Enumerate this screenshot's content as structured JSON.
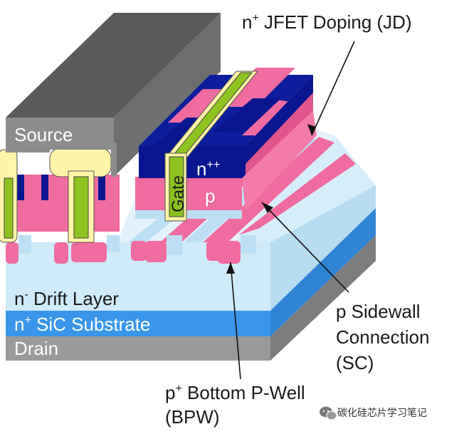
{
  "labels": {
    "jfet_doping": {
      "prefix": "n",
      "sup": "+",
      "text": " JFET Doping (JD)"
    },
    "source": "Source",
    "n_plus_plus": {
      "base": "n",
      "sup": "++"
    },
    "p_region": "p",
    "gate": "Gate",
    "sidewall_line1": "p Sidewall",
    "sidewall_line2": "Connection",
    "sidewall_line3": "(SC)",
    "drift": {
      "prefix": "n",
      "sup": "-",
      "text": " Drift Layer"
    },
    "substrate": {
      "prefix": "n",
      "sup": "+",
      "text": " SiC Substrate"
    },
    "drain": "Drain",
    "bpw_line1": {
      "prefix": "p",
      "sup": "+",
      "text": " Bottom P-Well"
    },
    "bpw_line2": "(BPW)"
  },
  "watermark": {
    "icon": "wechat-icon",
    "text": "碳化硅芯片学习笔记"
  },
  "colors": {
    "metal_gray": "#8c8c8c",
    "n_plus_plus_blue": "#0a1690",
    "p_pink": "#f06b9f",
    "gate_green": "#8dc21f",
    "oxide_yellow": "#fff5a8",
    "drift_light_blue": "#cfeaf8",
    "substrate_blue": "#3a96ea",
    "drain_gray": "#9a9a9a"
  }
}
